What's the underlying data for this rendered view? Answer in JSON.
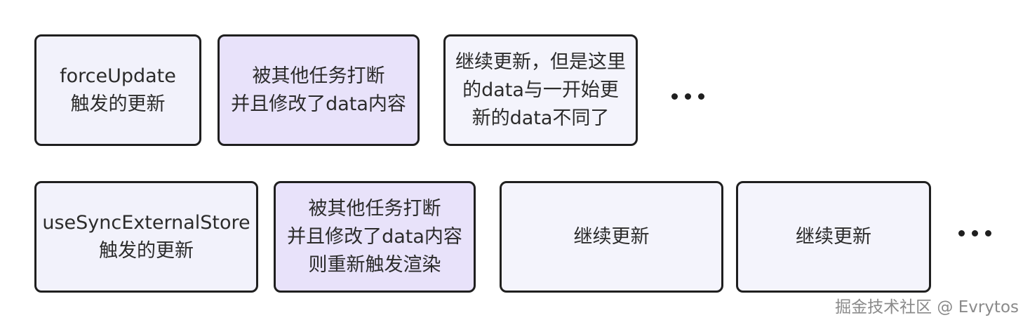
{
  "row1": [
    {
      "lines": [
        "forceUpdate",
        "触发的更新"
      ]
    },
    {
      "lines": [
        "被其他任务打断",
        "并且修改了data内容"
      ]
    },
    {
      "lines": [
        "继续更新，但是这里",
        "的data与一开始更",
        "新的data不同了"
      ]
    }
  ],
  "row2": [
    {
      "lines": [
        "useSyncExternalStore",
        "触发的更新"
      ]
    },
    {
      "lines": [
        "被其他任务打断",
        "并且修改了data内容",
        "则重新触发渲染"
      ]
    },
    {
      "lines": [
        "继续更新"
      ]
    },
    {
      "lines": [
        "继续更新"
      ]
    }
  ],
  "watermark": "掘金技术社区 @ Evrytos",
  "colors": {
    "border": "#1f1f1f",
    "box_light": "#f2f2fb",
    "box_purple": "#e8e2fa",
    "text": "#2b2b2b",
    "watermark": "#8a8a8a"
  }
}
